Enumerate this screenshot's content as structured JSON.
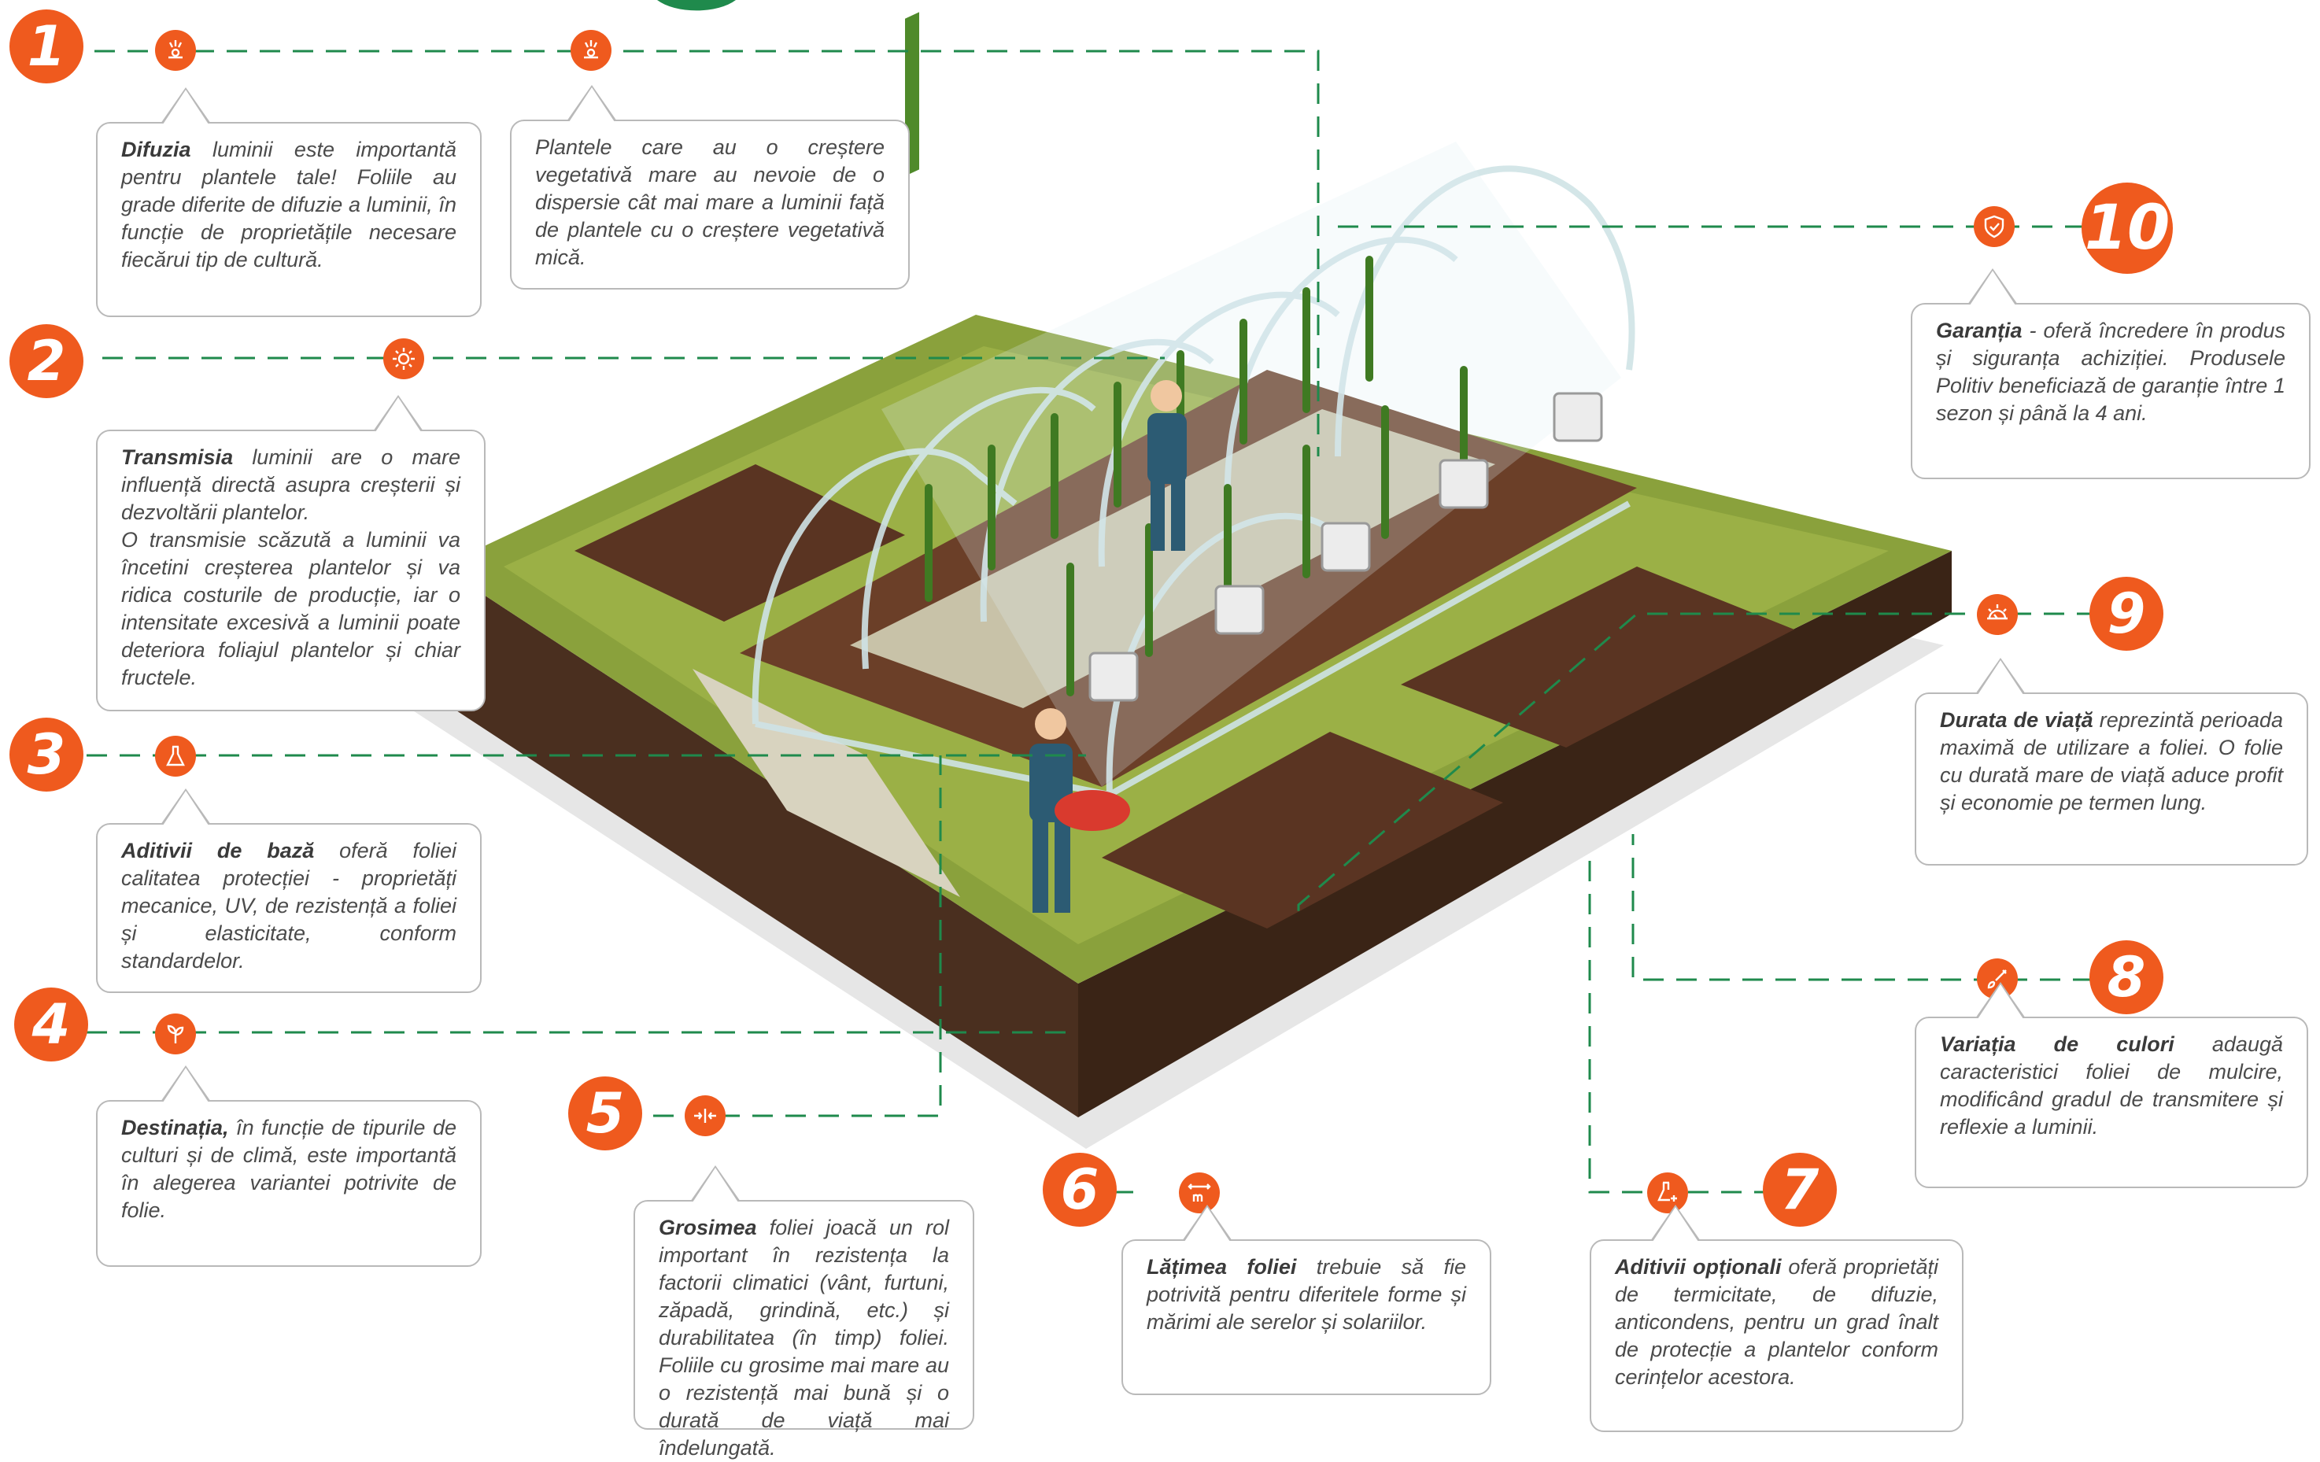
{
  "items": [
    {
      "number": "1",
      "title": "Difuzia",
      "text": "luminii este importantă pentru plantele tale! Foliile au grade diferite de difuzie a luminii, în funcție de proprietățile necesare fiecărui tip de cultură."
    },
    {
      "number": "1",
      "title": "",
      "text": "Plantele care au o creștere vegetativă mare au nevoie de o dispersie cât mai mare a luminii față de plantele cu o creștere vegetativă mică."
    },
    {
      "number": "2",
      "title": "Transmisia",
      "text": "luminii are o mare influență directă asupra creșterii și dezvoltării plantelor.",
      "text2": "O transmisie scăzută a luminii va încetini creșterea plantelor și va ridica costurile de producție, iar o intensitate excesivă a luminii poate deteriora foliajul plantelor și chiar fructele."
    },
    {
      "number": "3",
      "title": "Aditivii de bază",
      "text": "oferă foliei calitatea protecției - proprietăți mecanice, UV, de rezistență a foliei și elasticitate, conform standardelor."
    },
    {
      "number": "4",
      "title": "Destinația,",
      "text": "în funcție de tipurile de culturi și de climă, este importantă în alegerea variantei potrivite de folie."
    },
    {
      "number": "5",
      "title": "Grosimea",
      "text": "foliei joacă un rol important în rezistența la factorii climatici (vânt, furtuni, zăpadă, grindină, etc.) și durabilitatea (în timp) foliei. Foliile cu grosime mai mare au o rezistență mai bună și o durată de viață mai îndelungată."
    },
    {
      "number": "6",
      "title": "Lățimea foliei",
      "text": "trebuie să fie potrivită pentru diferitele forme și mărimi ale serelor și solariilor."
    },
    {
      "number": "7",
      "title": "Aditivii opționali",
      "text": "oferă proprietăți de termicitate, de difuzie, anticondens, pentru un grad înalt de protecție a plantelor conform cerințelor acestora."
    },
    {
      "number": "8",
      "title": "Variația de culori",
      "text": "adaugă caracteristici foliei de mulcire, modificând gradul de transmitere și reflexie a luminii."
    },
    {
      "number": "9",
      "title": "Durata de viață",
      "text": "reprezintă perioada maximă de utilizare a foliei. O folie cu durată mare de viață aduce profit și economie pe termen lung."
    },
    {
      "number": "10",
      "title": "Garanția",
      "text": "- oferă încredere în produs și siguranța achiziției. Produsele Politiv beneficiază de garanție între 1 sezon și până la 4 ani."
    }
  ],
  "icons": {
    "i1a": "light-diffusion-icon",
    "i1b": "light-diffusion-icon",
    "i2": "sun-icon",
    "i3": "flask-icon",
    "i4": "plant-icon",
    "i5": "thickness-arrows-icon",
    "i6": "width-meter-icon",
    "i7": "flask-plus-icon",
    "i8": "paint-brush-icon",
    "i9": "sun-clock-icon",
    "i10": "shield-check-icon"
  },
  "colors": {
    "accent": "#ef5a1e",
    "line": "#1f8a4c",
    "border": "#b9b9b9",
    "text": "#4b4b4b"
  }
}
